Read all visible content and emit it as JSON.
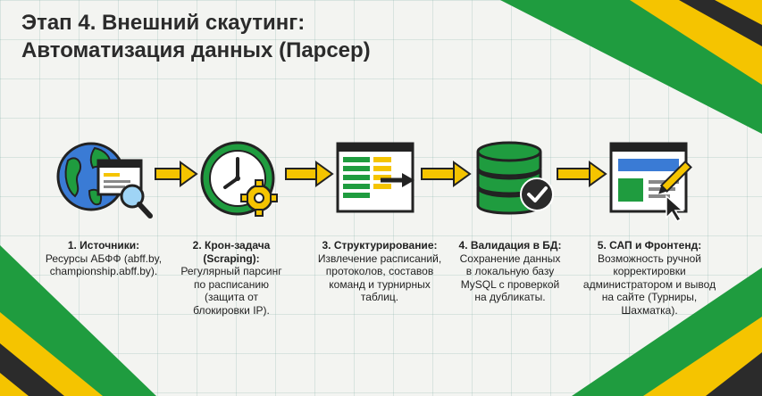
{
  "title": {
    "line1": "Этап 4. Внешний скаутинг:",
    "line2": "Автоматизация данных (Парсер)"
  },
  "colors": {
    "green": "#1f9c3f",
    "yellow": "#f5c400",
    "dark": "#2b2b2b",
    "blue": "#3a7bd5"
  },
  "steps": [
    {
      "title": "1. Источники:",
      "text": "Ресурсы АБФФ (abff.by, championship.abff.by).",
      "icon": "globe-magnifier-icon"
    },
    {
      "title": "2. Крон-задача (Scraping):",
      "text": "Регулярный парсинг по расписанию (защита от блокировки IP).",
      "icon": "clock-gear-icon"
    },
    {
      "title": "3. Структурирование:",
      "text": "Извлечение расписаний, протоколов, составов команд и турнирных таблиц.",
      "icon": "table-arrow-icon"
    },
    {
      "title": "4. Валидация в БД:",
      "text": "Сохранение данных в локальную базу MySQL с проверкой на дубликаты.",
      "icon": "database-check-icon"
    },
    {
      "title": "5. САП и Фронтенд:",
      "text": "Возможность ручной корректировки администратором и вывод на сайте (Турниры, Шахматка).",
      "icon": "webpage-edit-icon"
    }
  ]
}
